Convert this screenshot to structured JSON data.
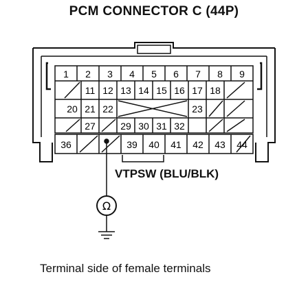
{
  "title": "PCM CONNECTOR C (44P)",
  "wire_label": "VTPSW (BLU/BLK)",
  "caption": "Terminal side of female terminals",
  "meter_symbol": "Ω",
  "pins": {
    "row1": [
      "1",
      "2",
      "3",
      "4",
      "5",
      "6",
      "7",
      "8",
      "9"
    ],
    "row2": [
      "11",
      "12",
      "13",
      "14",
      "15",
      "16",
      "17",
      "18"
    ],
    "row3": [
      "20",
      "21",
      "22",
      "23"
    ],
    "row4": [
      "27",
      "29",
      "30",
      "31",
      "32"
    ],
    "row5": [
      "36",
      "39",
      "40",
      "41",
      "42",
      "43",
      "44"
    ]
  }
}
